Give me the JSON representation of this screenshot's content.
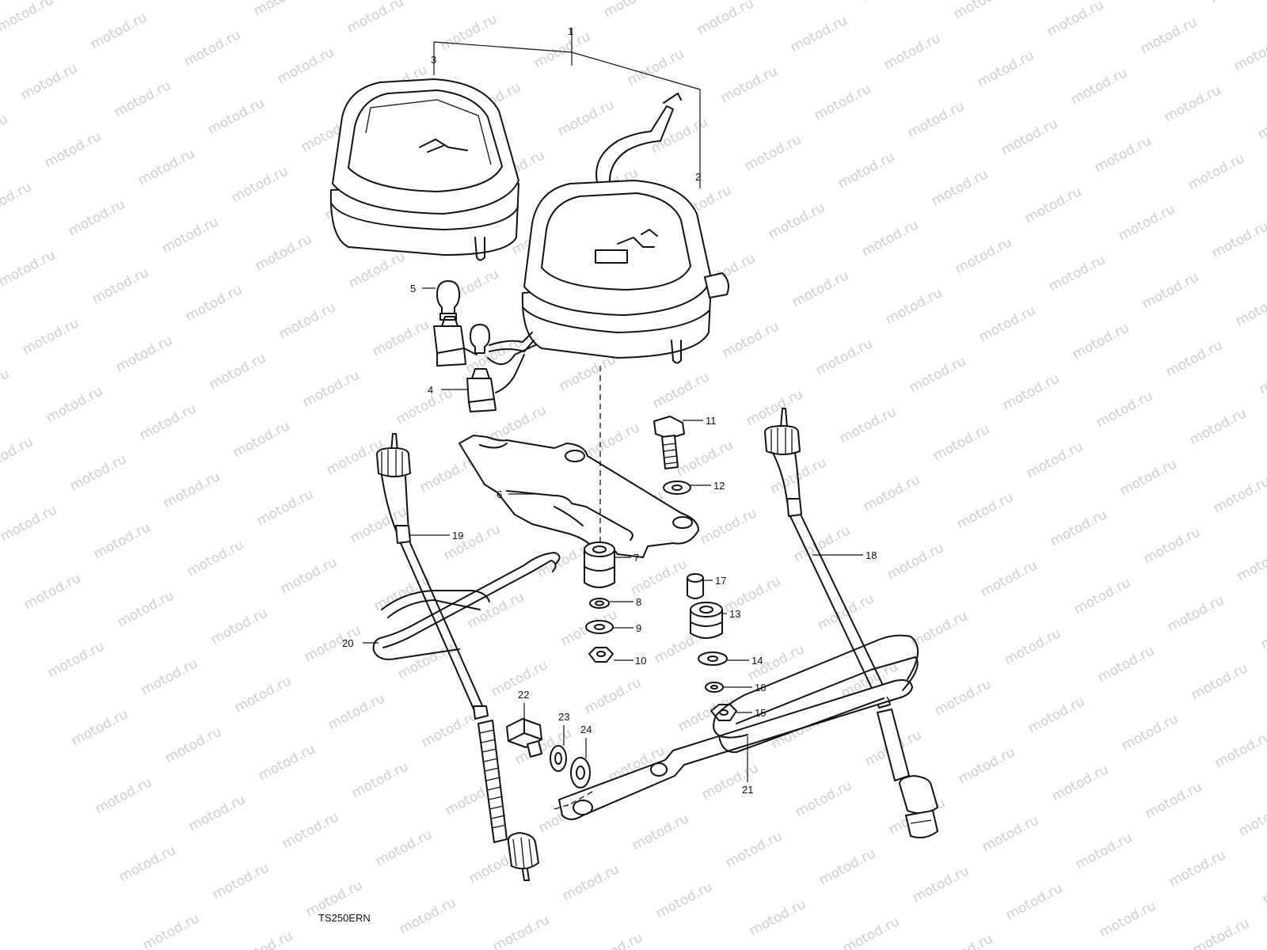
{
  "watermark": {
    "text": "motod.ru",
    "color": "#cfcfcf"
  },
  "model_code": "TS250ERN",
  "callouts": [
    "1",
    "2",
    "3",
    "4",
    "5",
    "6",
    "7",
    "8",
    "9",
    "10",
    "11",
    "12",
    "13",
    "14",
    "15",
    "16",
    "17",
    "18",
    "19",
    "20",
    "21",
    "22",
    "23",
    "24"
  ],
  "colors": {
    "line": "#111111",
    "background": "#ffffff"
  }
}
